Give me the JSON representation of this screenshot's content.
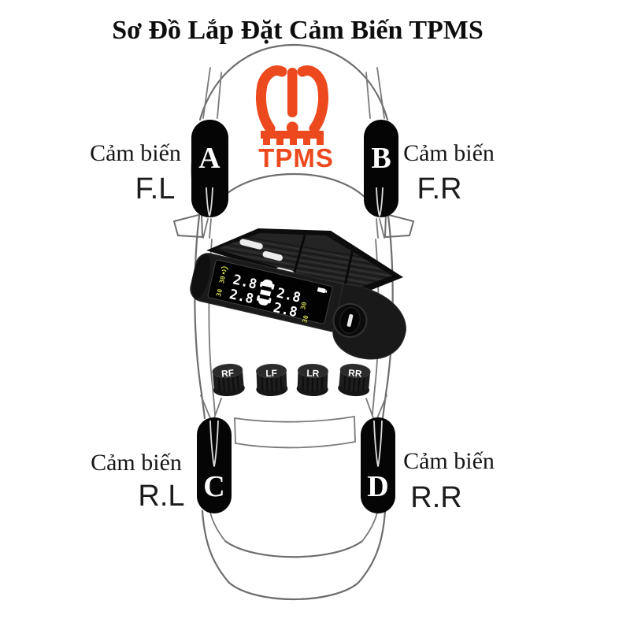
{
  "title": "Sơ Đồ Lắp Đặt Cảm Biến TPMS",
  "colors": {
    "tpms_orange": "#EC4A1E",
    "outline_gray": "#6E6E6E",
    "tire_black": "#050505",
    "lcd_yellow": "#D3D854"
  },
  "tpms_icon": {
    "label": "TPMS"
  },
  "wheels": {
    "front_left": {
      "letter": "A",
      "label": "Cảm biến",
      "code": "F.L"
    },
    "front_right": {
      "letter": "B",
      "label": "Cảm biến",
      "code": "F.R"
    },
    "rear_left": {
      "letter": "C",
      "label": "Cảm biến",
      "code": "R.L"
    },
    "rear_right": {
      "letter": "D",
      "label": "Cảm biến",
      "code": "R.R"
    }
  },
  "sensors": [
    {
      "label": "RF"
    },
    {
      "label": "LF"
    },
    {
      "label": "LR"
    },
    {
      "label": "RR"
    }
  ],
  "display": {
    "pressures": [
      "2.8",
      "2.8",
      "2.8",
      "2.8"
    ],
    "temps": [
      "30",
      "30",
      "30",
      "30"
    ]
  }
}
